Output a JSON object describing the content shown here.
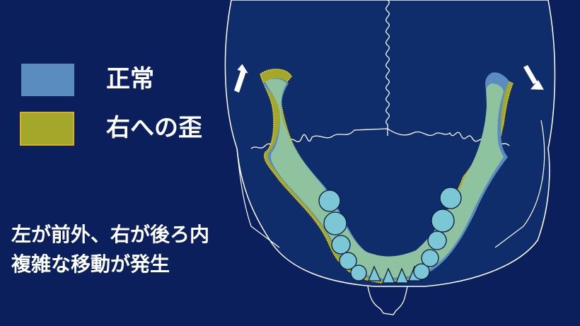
{
  "legend": {
    "items": [
      {
        "label": "正常",
        "color": "#5a8cbf"
      },
      {
        "label": "右への歪",
        "color": "#a3a82a",
        "border": "#d8b020"
      }
    ]
  },
  "caption": {
    "line1": "左が前外、右が後ろ内",
    "line2": "複雑な移動が発生"
  },
  "colors": {
    "background": "#0a1f5c",
    "skull_fill": "#0f2d6b",
    "overlap_fill": "#8fc29e",
    "tooth_fill": "#7cc7d6",
    "outline": "#ffffff"
  }
}
